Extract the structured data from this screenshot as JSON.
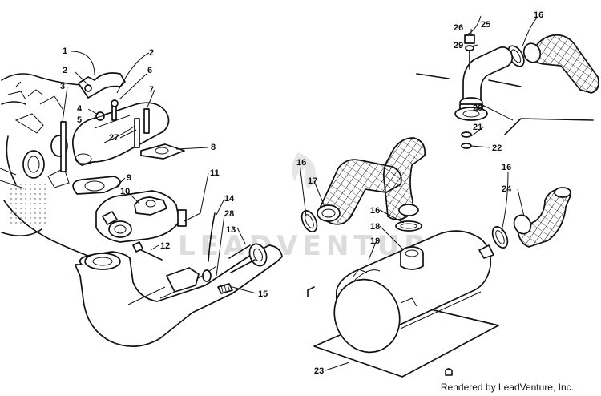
{
  "watermark": "LEADVENTURE",
  "credit": "Rendered by LeadVenture, Inc.",
  "callouts": {
    "c1": "1",
    "c2a": "2",
    "c2b": "2",
    "c3": "3",
    "c4": "4",
    "c5": "5",
    "c6": "6",
    "c7": "7",
    "c8": "8",
    "c9": "9",
    "c10": "10",
    "c11": "11",
    "c12": "12",
    "c13": "13",
    "c14": "14",
    "c15": "15",
    "c16a": "16",
    "c16b": "16",
    "c16c": "16",
    "c16d": "16",
    "c17": "17",
    "c18": "18",
    "c19": "19",
    "c20": "20",
    "c21": "21",
    "c22": "22",
    "c23": "23",
    "c24": "24",
    "c25": "25",
    "c26": "26",
    "c27": "27",
    "c28": "28",
    "c29": "29"
  }
}
